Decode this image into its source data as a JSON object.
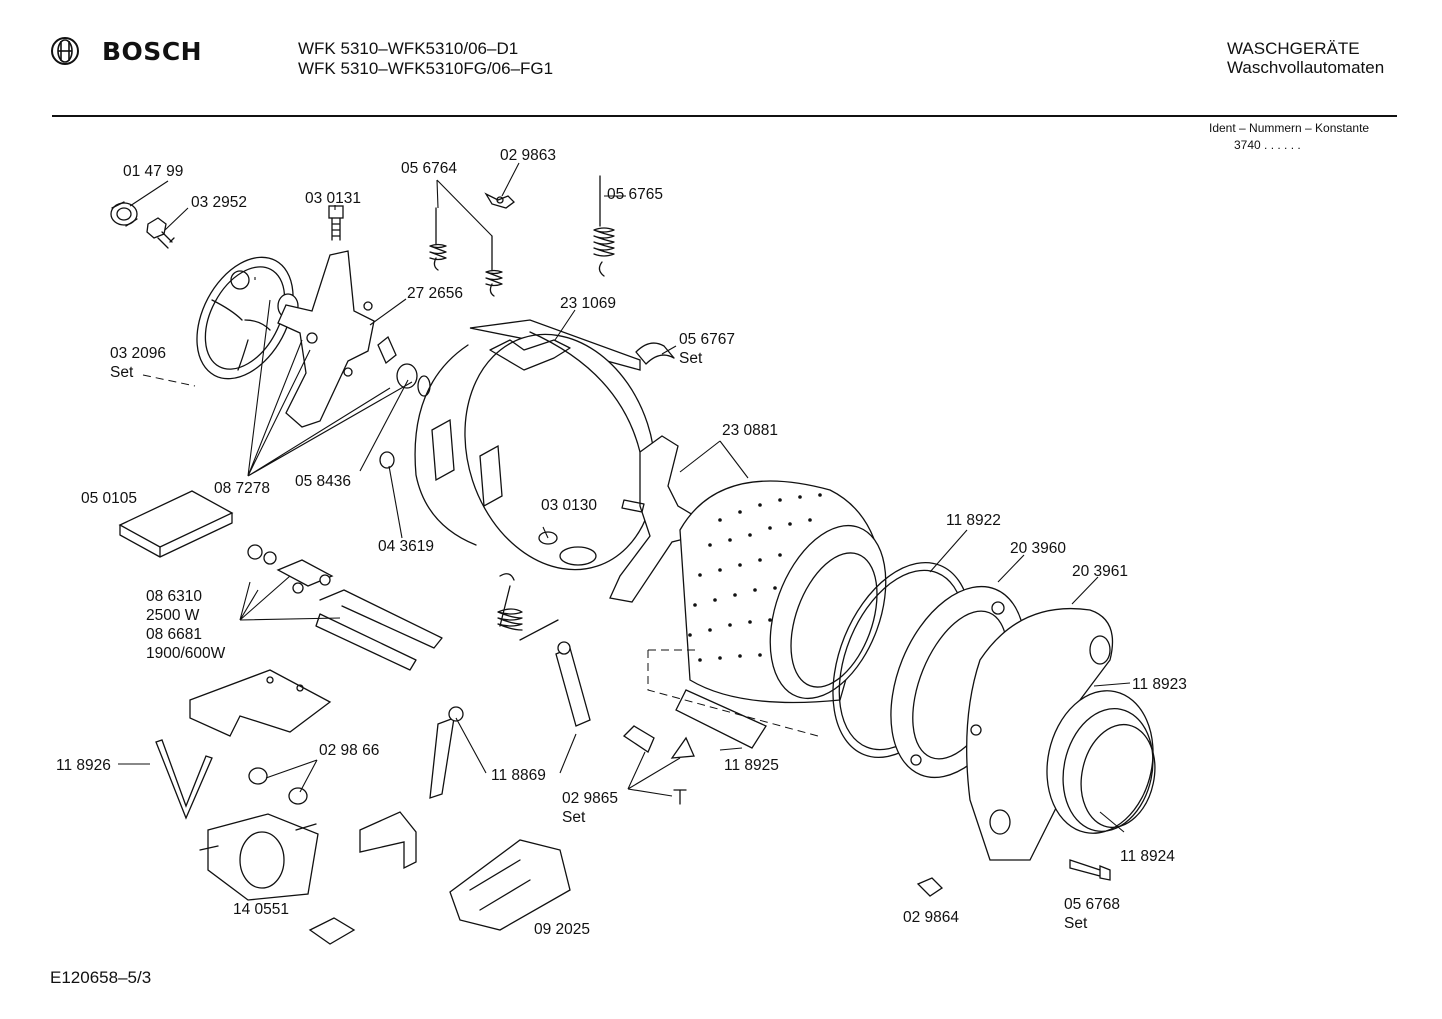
{
  "header": {
    "brand": "BOSCH",
    "model_line_1": "WFK 5310–WFK5310/06–D1",
    "model_line_2": "WFK 5310–WFK5310FG/06–FG1",
    "category": "WASCHGERÄTE",
    "subcategory": "Waschvollautomaten",
    "ident_label": "Ident – Nummern – Konstante",
    "ident_value": "3740 . .   . . . ."
  },
  "footer": {
    "doc_id": "E120658–5/3"
  },
  "parts": [
    {
      "id": "p01",
      "lines": [
        "01 47 99"
      ]
    },
    {
      "id": "p02",
      "lines": [
        "03 2952"
      ]
    },
    {
      "id": "p03",
      "lines": [
        "03 0131"
      ]
    },
    {
      "id": "p04",
      "lines": [
        "05 6764"
      ]
    },
    {
      "id": "p05",
      "lines": [
        "02 9863"
      ]
    },
    {
      "id": "p06",
      "lines": [
        "05 6765"
      ]
    },
    {
      "id": "p07",
      "lines": [
        "27 2656"
      ]
    },
    {
      "id": "p08",
      "lines": [
        "23 1069"
      ]
    },
    {
      "id": "p09",
      "lines": [
        "05 6767",
        "Set"
      ]
    },
    {
      "id": "p10",
      "lines": [
        "03 2096",
        "Set"
      ]
    },
    {
      "id": "p11",
      "lines": [
        "23 0881"
      ]
    },
    {
      "id": "p12",
      "lines": [
        "05 0105"
      ]
    },
    {
      "id": "p13",
      "lines": [
        "08 7278"
      ]
    },
    {
      "id": "p14",
      "lines": [
        "05 8436"
      ]
    },
    {
      "id": "p15",
      "lines": [
        "03 0130"
      ]
    },
    {
      "id": "p16",
      "lines": [
        "04 3619"
      ]
    },
    {
      "id": "p17",
      "lines": [
        "11 8922"
      ]
    },
    {
      "id": "p18",
      "lines": [
        "20 3960"
      ]
    },
    {
      "id": "p19",
      "lines": [
        "20 3961"
      ]
    },
    {
      "id": "p20",
      "lines": [
        "08 6310",
        "2500 W",
        "08 6681",
        "1900/600W"
      ]
    },
    {
      "id": "p21",
      "lines": [
        "11 8923"
      ]
    },
    {
      "id": "p22",
      "lines": [
        "02 98 66"
      ]
    },
    {
      "id": "p23",
      "lines": [
        "11 8926"
      ]
    },
    {
      "id": "p24",
      "lines": [
        "11 8869"
      ]
    },
    {
      "id": "p25",
      "lines": [
        "11 8925"
      ]
    },
    {
      "id": "p26",
      "lines": [
        "02 9865",
        "Set"
      ]
    },
    {
      "id": "p27",
      "lines": [
        "11 8924"
      ]
    },
    {
      "id": "p28",
      "lines": [
        "14 0551"
      ]
    },
    {
      "id": "p29",
      "lines": [
        "09 2025"
      ]
    },
    {
      "id": "p30",
      "lines": [
        "02 9864"
      ]
    },
    {
      "id": "p31",
      "lines": [
        "05 6768",
        "Set"
      ]
    }
  ]
}
